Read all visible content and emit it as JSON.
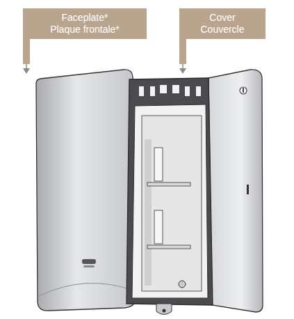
{
  "diagram": {
    "nodes": [
      {
        "text": [
          "Faceplate*",
          "Plaque frontale*"
        ]
      },
      {
        "text": [
          "Cover",
          "Couvercle"
        ]
      }
    ]
  }
}
